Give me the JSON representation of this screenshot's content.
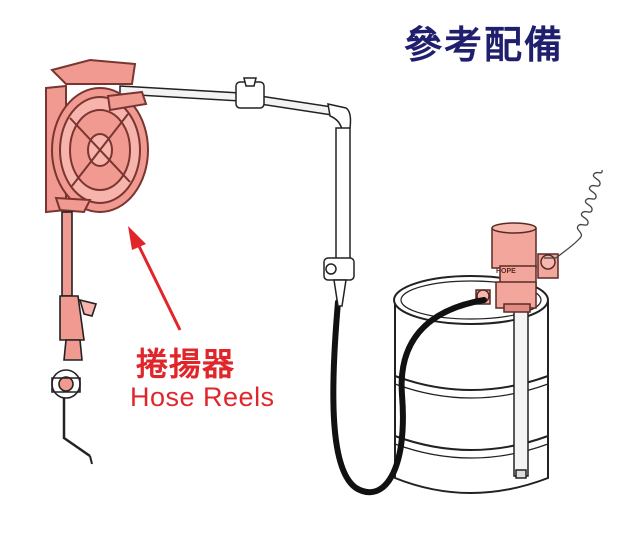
{
  "header": {
    "title": "參考配備"
  },
  "callout": {
    "label_zh": "捲揚器",
    "label_en": "Hose Reels"
  },
  "pump": {
    "brand": "HOPE"
  },
  "colors": {
    "title": "#1f1f6e",
    "callout": "#e0262a",
    "reel_fill": "#f09a92",
    "reel_stroke": "#7a3530",
    "pump_fill": "#f2a69c",
    "line": "#222222",
    "hose": "#111111"
  },
  "icons": {
    "arrow": "red-arrow-icon"
  }
}
